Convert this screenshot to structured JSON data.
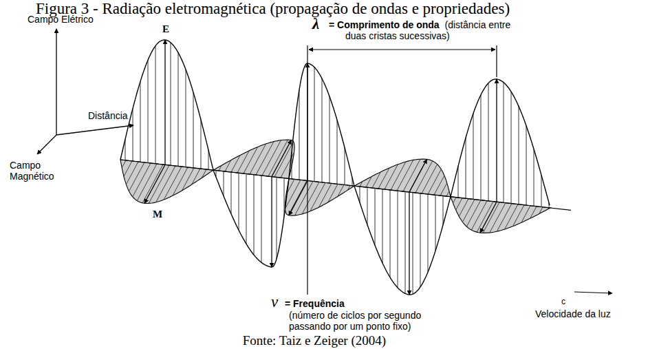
{
  "diagram": {
    "title": "Figura 3 - Radiação eletromagnética (propagação de ondas e propriedades)",
    "caption": "Fonte: Taiz e Zeiger (2004)",
    "labels": [
      "Campo Elétrico",
      "Distância",
      "Campo Magnético",
      "E",
      "M",
      "λ",
      "= Comprimento de onda",
      "(distância entre duas cristas sucessivas)",
      "c",
      "Velocidade da luz",
      "ν",
      "= Frequência",
      "(número de ciclos por segundo passando por um ponto fixo)"
    ]
  }
}
